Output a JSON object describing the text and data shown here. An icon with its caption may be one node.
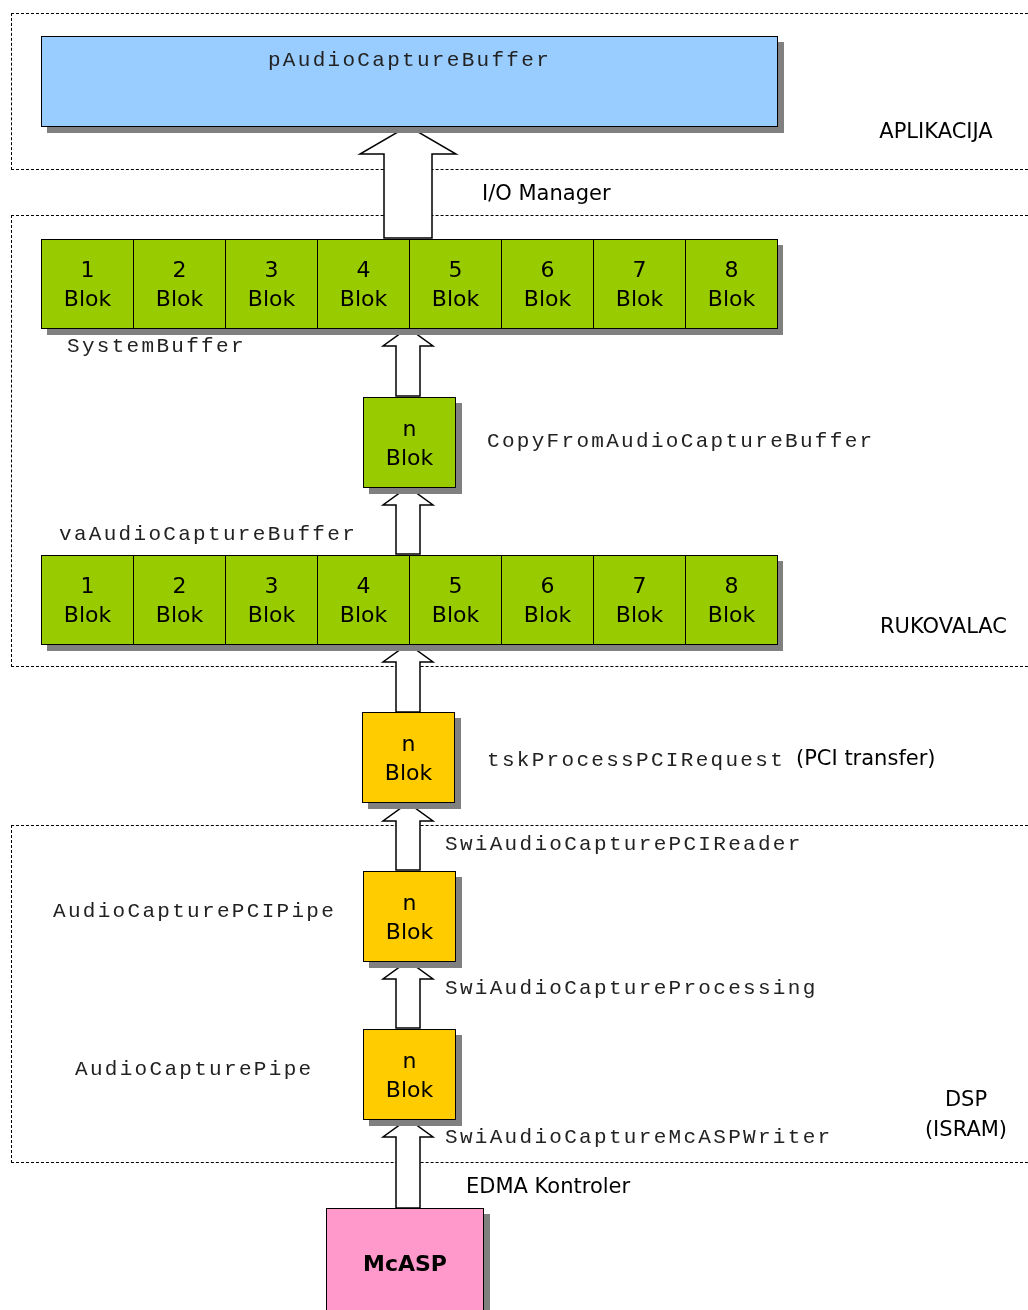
{
  "diagram": {
    "nodes": [
      {
        "text": [
          "APLIKACIJA"
        ]
      },
      {
        "text": [
          "pAudioCaptureBuffer"
        ],
        "in": 0
      },
      {
        "text": [
          "RUKOVALAC"
        ]
      },
      {
        "text": [
          "SystemBuffer"
        ],
        "in": 2
      },
      {
        "text": [
          "1 Blok"
        ],
        "in": 3
      },
      {
        "text": [
          "2 Blok"
        ],
        "in": 3
      },
      {
        "text": [
          "3 Blok"
        ],
        "in": 3
      },
      {
        "text": [
          "4 Blok"
        ],
        "in": 3
      },
      {
        "text": [
          "5 Blok"
        ],
        "in": 3
      },
      {
        "text": [
          "6 Blok"
        ],
        "in": 3
      },
      {
        "text": [
          "7 Blok"
        ],
        "in": 3
      },
      {
        "text": [
          "8 Blok"
        ],
        "in": 3
      },
      {
        "text": [
          "n Blok"
        ],
        "in": 2,
        "beside": [
          "CopyFromAudioCaptureBuffer"
        ]
      },
      {
        "text": [
          "vaAudioCaptureBuffer"
        ],
        "in": 2
      },
      {
        "text": [
          "1 Blok"
        ],
        "in": 13
      },
      {
        "text": [
          "2 Blok"
        ],
        "in": 13
      },
      {
        "text": [
          "3 Blok"
        ],
        "in": 13
      },
      {
        "text": [
          "4 Blok"
        ],
        "in": 13
      },
      {
        "text": [
          "5 Blok"
        ],
        "in": 13
      },
      {
        "text": [
          "6 Blok"
        ],
        "in": 13
      },
      {
        "text": [
          "7 Blok"
        ],
        "in": 13
      },
      {
        "text": [
          "8 Blok"
        ],
        "in": 13
      },
      {
        "text": [
          "DSP (ISRAM)"
        ]
      },
      {
        "text": [
          "n Blok"
        ],
        "beside": [
          "tskProcessPCIRequest",
          "(PCI transfer)"
        ]
      },
      {
        "text": [
          "n Blok"
        ],
        "in": 22,
        "beside": [
          "AudioCapturePCIPipe"
        ]
      },
      {
        "text": [
          "n Blok"
        ],
        "in": 22,
        "beside": [
          "AudioCapturePipe"
        ]
      },
      {
        "text": [
          "McASP"
        ]
      }
    ],
    "edges": [
      {
        "from": 26,
        "to": 25,
        "arrow": "to",
        "label": "EDMA Kontroler"
      },
      {
        "from": 25,
        "to": 24,
        "arrow": "to",
        "label": "SwiAudioCaptureProcessing"
      },
      {
        "from": 24,
        "to": 23,
        "arrow": "to",
        "label": "SwiAudioCapturePCIReader"
      },
      {
        "from": 23,
        "to": 13,
        "arrow": "to"
      },
      {
        "from": 13,
        "to": 12,
        "arrow": "to"
      },
      {
        "from": 12,
        "to": 3,
        "arrow": "to"
      },
      {
        "from": 3,
        "to": 1,
        "arrow": "to",
        "label": "I/O Manager"
      }
    ],
    "labels": [
      "SwiAudioCaptureMcASPWriter"
    ]
  }
}
